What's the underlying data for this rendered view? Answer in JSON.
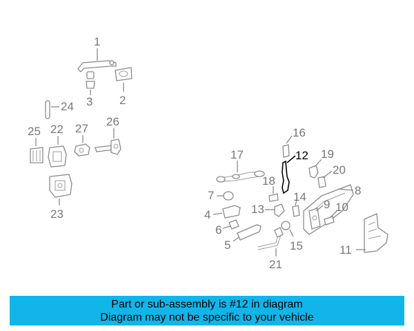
{
  "diagram": {
    "highlighted_callout": "12",
    "callouts": {
      "c1": "1",
      "c2": "2",
      "c3": "3",
      "c4": "4",
      "c5": "5",
      "c6": "6",
      "c7": "7",
      "c8": "8",
      "c9": "9",
      "c10": "10",
      "c11": "11",
      "c12": "12",
      "c13": "13",
      "c14": "14",
      "c15": "15",
      "c16": "16",
      "c17": "17",
      "c18": "18",
      "c19": "19",
      "c20": "20",
      "c21": "21",
      "c22": "22",
      "c23": "23",
      "c24": "24",
      "c25": "25",
      "c26": "26",
      "c27": "27"
    }
  },
  "banner": {
    "line1": "Part or sub-assembly is #12 in diagram",
    "line2": "Diagram may not be specific to your vehicle",
    "background": "#12b5ea"
  }
}
